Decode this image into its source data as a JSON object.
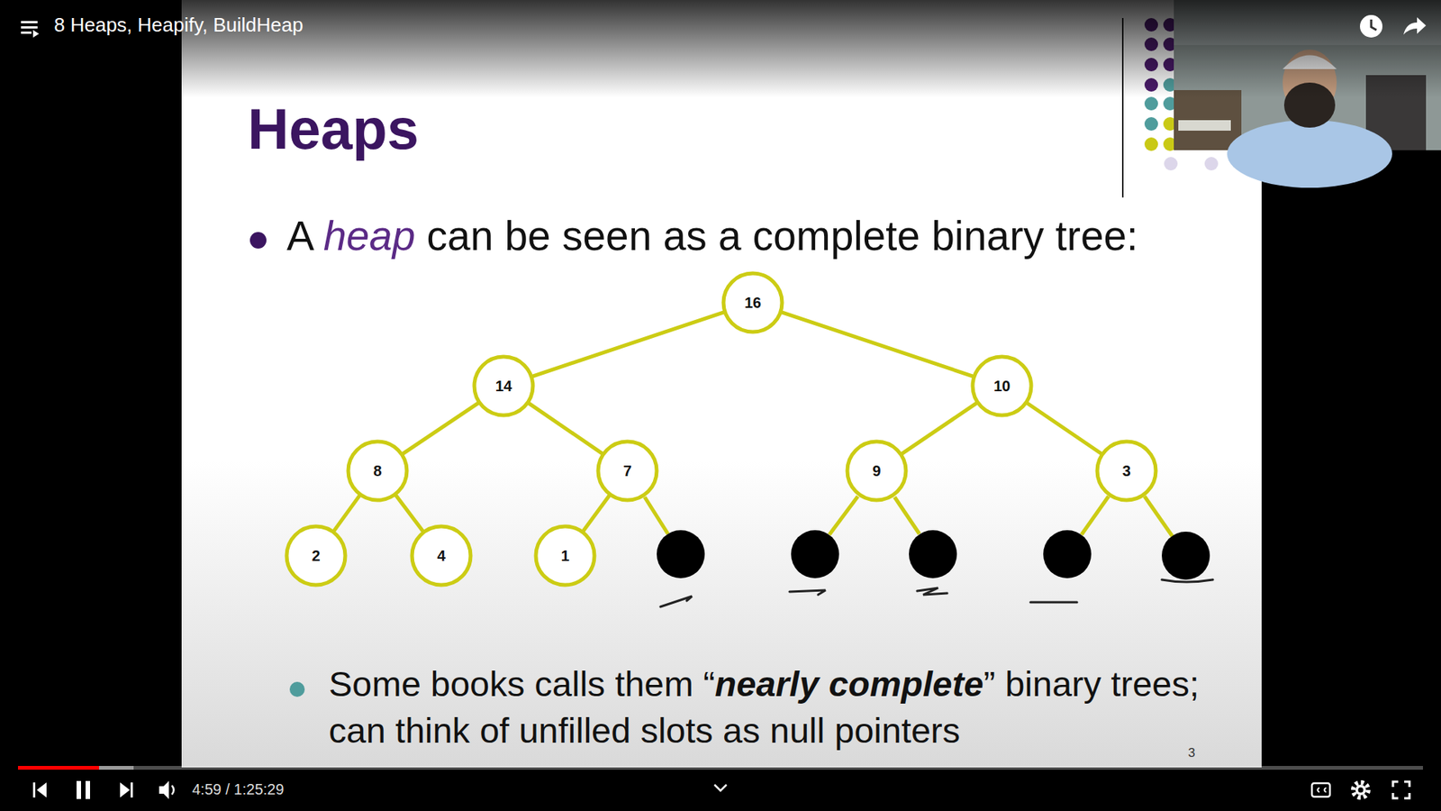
{
  "diagram": {
    "title": "Heaps",
    "nodes": [
      {
        "text": [
          "16"
        ]
      },
      {
        "text": [
          "14"
        ]
      },
      {
        "text": [
          "10"
        ]
      },
      {
        "text": [
          "8"
        ]
      },
      {
        "text": [
          "7"
        ]
      },
      {
        "text": [
          "9"
        ]
      },
      {
        "text": [
          "3"
        ]
      },
      {
        "text": [
          "2"
        ]
      },
      {
        "text": [
          "4"
        ]
      },
      {
        "text": [
          "1"
        ]
      }
    ],
    "edges": [
      {
        "from": 0,
        "to": 1,
        "arrow": "none"
      },
      {
        "from": 0,
        "to": 2,
        "arrow": "none"
      },
      {
        "from": 1,
        "to": 3,
        "arrow": "none"
      },
      {
        "from": 1,
        "to": 4,
        "arrow": "none"
      },
      {
        "from": 2,
        "to": 5,
        "arrow": "none"
      },
      {
        "from": 2,
        "to": 6,
        "arrow": "none"
      },
      {
        "from": 3,
        "to": 7,
        "arrow": "none"
      },
      {
        "from": 3,
        "to": 8,
        "arrow": "none"
      },
      {
        "from": 4,
        "to": 9,
        "arrow": "none"
      }
    ],
    "labels": [
      "8 Heaps, Heapify, BuildHeap",
      "A heap can be seen as a complete binary tree:",
      "Some books calls them “nearly complete” binary trees; can think of unfilled slots as null pointers",
      "3",
      "4:59 / 1:25:29"
    ]
  }
}
